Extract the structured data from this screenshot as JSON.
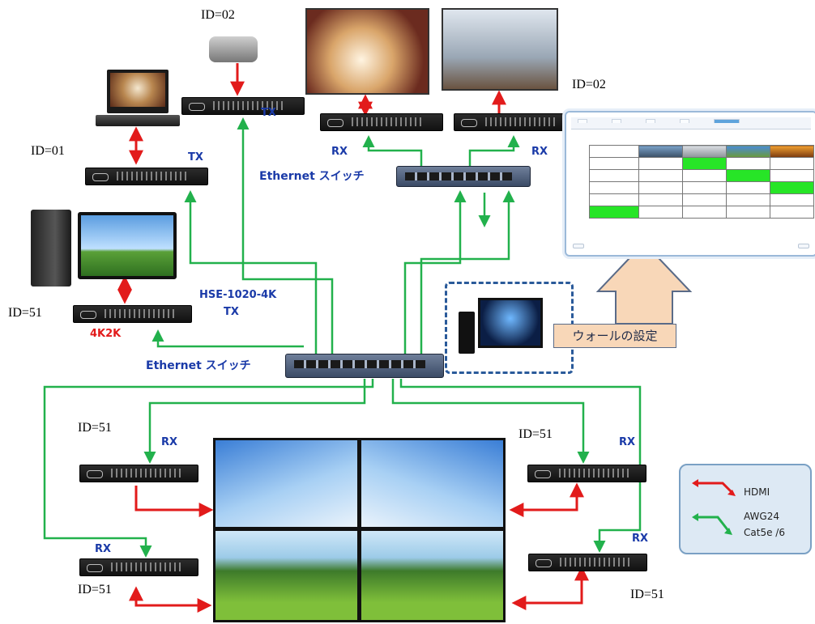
{
  "ids": {
    "tx_top": "ID=02",
    "tx_left": "ID=01",
    "tx_4k": "ID=51",
    "rx_top_right_panel": "ID=02",
    "wall_rx_top_left": "ID=51",
    "wall_rx_top_right": "ID=51",
    "wall_rx_bottom_left": "ID=51",
    "wall_rx_bottom_right": "ID=51"
  },
  "roles": {
    "tx_left": "TX",
    "tx_top": "TX",
    "rx_monitor1": "RX",
    "rx_monitor2": "RX",
    "tx_4k_model": "HSE-1020-4K",
    "tx_4k_role": "TX",
    "tx_4k_resolution": "4K2K",
    "wall_rx_top_left": "RX",
    "wall_rx_top_right": "RX",
    "wall_rx_bottom_left": "RX",
    "wall_rx_bottom_right": "RX"
  },
  "switches": {
    "upper": "Ethernet スイッチ",
    "lower": "Ethernet スイッチ"
  },
  "config_label": "ウォールの設定",
  "legend": {
    "hdmi": "HDMI",
    "awg_line1": "AWG24",
    "awg_line2": "Cat5e /6"
  },
  "colors": {
    "hdmi": "#e21b1b",
    "network": "#22b14c",
    "label_blue": "#1a3aa8"
  }
}
